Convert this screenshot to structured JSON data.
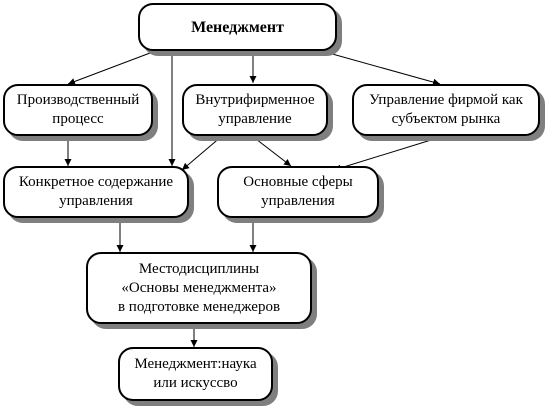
{
  "diagram": {
    "nodes": [
      {
        "id": "management",
        "label": "Менеджмент"
      },
      {
        "id": "production",
        "label": "Производственный\nпроцесс"
      },
      {
        "id": "intrafirm",
        "label": "Внутрифирменное\nуправление"
      },
      {
        "id": "firm-subject",
        "label": "Управление фирмой как\nсубъектом рынка"
      },
      {
        "id": "content",
        "label": "Конкретное содержание\nуправления"
      },
      {
        "id": "spheres",
        "label": "Основные сферы\nуправления"
      },
      {
        "id": "discipline-place",
        "label": "Местодисциплины\n«Основы менеджмента»\nв подготовке менеджеров"
      },
      {
        "id": "science-art",
        "label": "Менеджмент:наука\nили искуссво"
      }
    ],
    "edges": [
      [
        "management",
        "production"
      ],
      [
        "management",
        "intrafirm"
      ],
      [
        "management",
        "firm-subject"
      ],
      [
        "management",
        "content"
      ],
      [
        "production",
        "content"
      ],
      [
        "intrafirm",
        "content"
      ],
      [
        "intrafirm",
        "spheres"
      ],
      [
        "firm-subject",
        "spheres"
      ],
      [
        "content",
        "discipline-place"
      ],
      [
        "spheres",
        "discipline-place"
      ],
      [
        "discipline-place",
        "science-art"
      ]
    ]
  }
}
